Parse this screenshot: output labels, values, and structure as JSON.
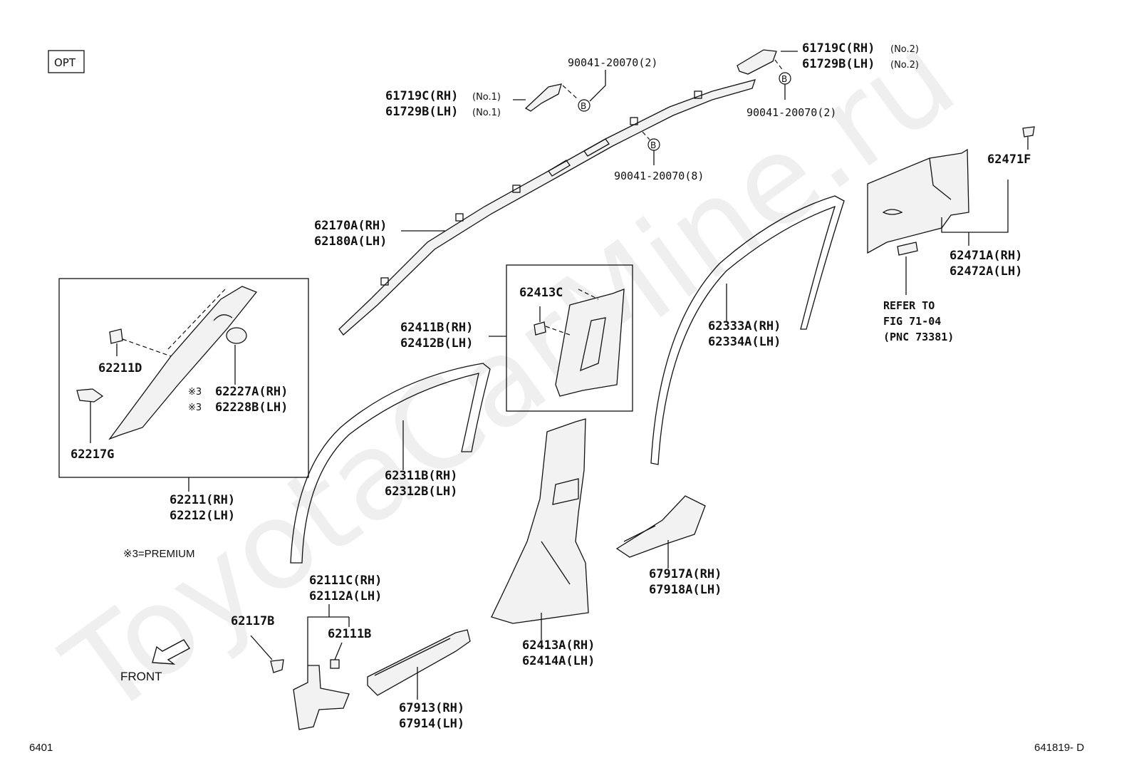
{
  "opt_label": "OPT",
  "watermark": "ToyotaCarMine.ru",
  "premium_note": "※3=PREMIUM",
  "front_label": "FRONT",
  "page_number": "6401",
  "figure_code": "641819- D",
  "callouts": {
    "c61719c_no1": [
      "61719C(RH)",
      "61729B(LH)"
    ],
    "c61719c_no1_tag": [
      "(No.1)",
      "(No.1)"
    ],
    "c61719c_no2": [
      "61719C(RH)",
      "61729B(LH)"
    ],
    "c61719c_no2_tag": [
      "(No.2)",
      "(No.2)"
    ],
    "c90041_a": "90041-20070(2)",
    "c90041_b": "90041-20070(2)",
    "c90041_c": "90041-20070(8)",
    "c62170": [
      "62170A(RH)",
      "62180A(LH)"
    ],
    "c62471f": "62471F",
    "c62471a": [
      "62471A(RH)",
      "62472A(LH)"
    ],
    "refer": [
      "REFER TO",
      "FIG 71-04",
      "(PNC 73381)"
    ],
    "c62413c": "62413C",
    "c62411b": [
      "62411B(RH)",
      "62412B(LH)"
    ],
    "c62333a": [
      "62333A(RH)",
      "62334A(LH)"
    ],
    "c62211d": "62211D",
    "c62227a": [
      "62227A(RH)",
      "62228B(LH)"
    ],
    "c62227a_mark": [
      "※3",
      "※3"
    ],
    "c62217g": "62217G",
    "c62211": [
      "62211(RH)",
      "62212(LH)"
    ],
    "c62311b": [
      "62311B(RH)",
      "62312B(LH)"
    ],
    "c62111c": [
      "62111C(RH)",
      "62112A(LH)"
    ],
    "c62117b": "62117B",
    "c62111b": "62111B",
    "c67913": [
      "67913(RH)",
      "67914(LH)"
    ],
    "c62413a": [
      "62413A(RH)",
      "62414A(LH)"
    ],
    "c67917a": [
      "67917A(RH)",
      "67918A(LH)"
    ],
    "b_marker": "B"
  }
}
